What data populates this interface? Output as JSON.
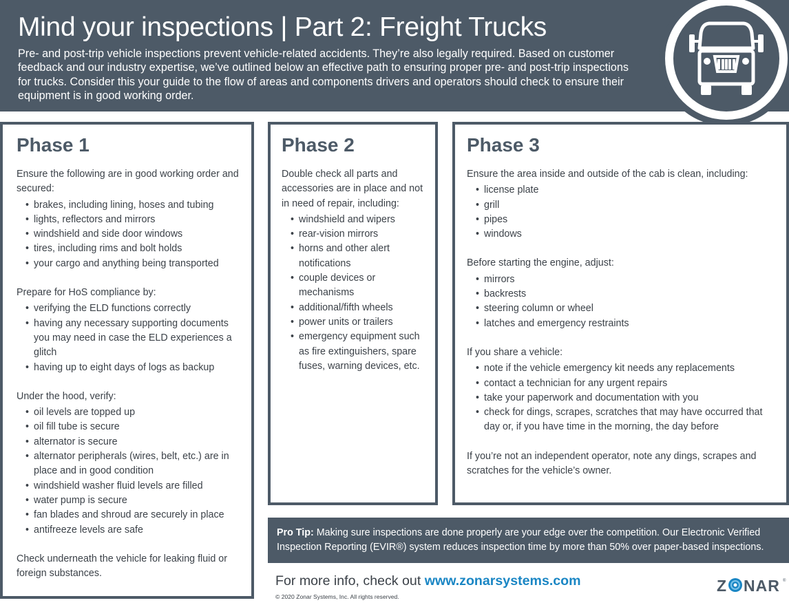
{
  "header": {
    "title": "Mind your inspections  |  Part 2: Freight Trucks",
    "intro": "Pre- and post-trip vehicle inspections prevent vehicle-related accidents. They’re also legally required. Based on customer feedback and our industry expertise, we’ve outlined below an effective path to ensuring proper pre- and post-trip inspections for trucks. Consider this your guide to the flow of areas and components drivers and operators should check to ensure their equipment is in good working order.",
    "icon": "truck-front-icon"
  },
  "phase1": {
    "title": "Phase 1",
    "s1_intro": "Ensure the following are in good working order and secured:",
    "s1_items": [
      "brakes, including lining, hoses and tubing",
      "lights, reflectors and mirrors",
      "windshield and side door windows",
      "tires, including rims and bolt holds",
      "your cargo and anything being transported"
    ],
    "s2_intro": "Prepare for HoS compliance by:",
    "s2_items": [
      "verifying the ELD functions correctly",
      "having any necessary supporting documents you may need in case the ELD experiences a glitch",
      "having up to eight days of logs as backup"
    ],
    "s3_intro": "Under the hood, verify:",
    "s3_items": [
      "oil levels are topped up",
      "oil fill tube is secure",
      "alternator is secure",
      "alternator peripherals (wires, belt, etc.) are in place and in good condition",
      "windshield washer fluid levels are filled",
      "water pump is secure",
      "fan blades and shroud are securely in place",
      "antifreeze levels are safe"
    ],
    "closing": "Check underneath the vehicle for leaking fluid or foreign substances."
  },
  "phase2": {
    "title": "Phase 2",
    "s1_intro": "Double check all parts and accessories are in place and not in need of repair, including:",
    "s1_items": [
      "windshield and wipers",
      "rear-vision mirrors",
      "horns and other alert notifications",
      "couple devices or mechanisms",
      "additional/fifth wheels",
      "power units or trailers",
      "emergency equipment such as fire extinguishers, spare fuses, warning devices, etc."
    ]
  },
  "phase3": {
    "title": "Phase 3",
    "s1_intro": "Ensure the area inside and outside of the cab is clean, including:",
    "s1_items": [
      "license plate",
      "grill",
      "pipes",
      "windows"
    ],
    "s2_intro": "Before starting the engine, adjust:",
    "s2_items": [
      "mirrors",
      "backrests",
      "steering column or wheel",
      "latches and emergency restraints"
    ],
    "s3_intro": "If you share a vehicle:",
    "s3_items": [
      "note if the vehicle emergency kit needs any replacements",
      "contact a technician for any urgent repairs",
      "take your paperwork and documentation with you",
      "check for dings, scrapes, scratches that may have occurred that day or, if you have time in the morning, the day before"
    ],
    "closing": "If you’re not an independent operator, note any dings, scrapes and scratches for the vehicle’s owner."
  },
  "protip": {
    "label": "Pro Tip:",
    "text": " Making sure inspections are done properly are your edge over the competition. Our Electronic Verified Inspection Reporting (EVIR®) system reduces inspection time by more than 50% over paper-based inspections."
  },
  "footer": {
    "more_info": "For more info, check out ",
    "link": "www.zonarsystems.com",
    "copyright": "© 2020 Zonar Systems, Inc. All rights reserved.",
    "logo_text": "ZONAR",
    "logo_mark": "®"
  },
  "colors": {
    "slate": "#4d5a67",
    "link_blue": "#1a86c4",
    "text": "#3c4249"
  }
}
